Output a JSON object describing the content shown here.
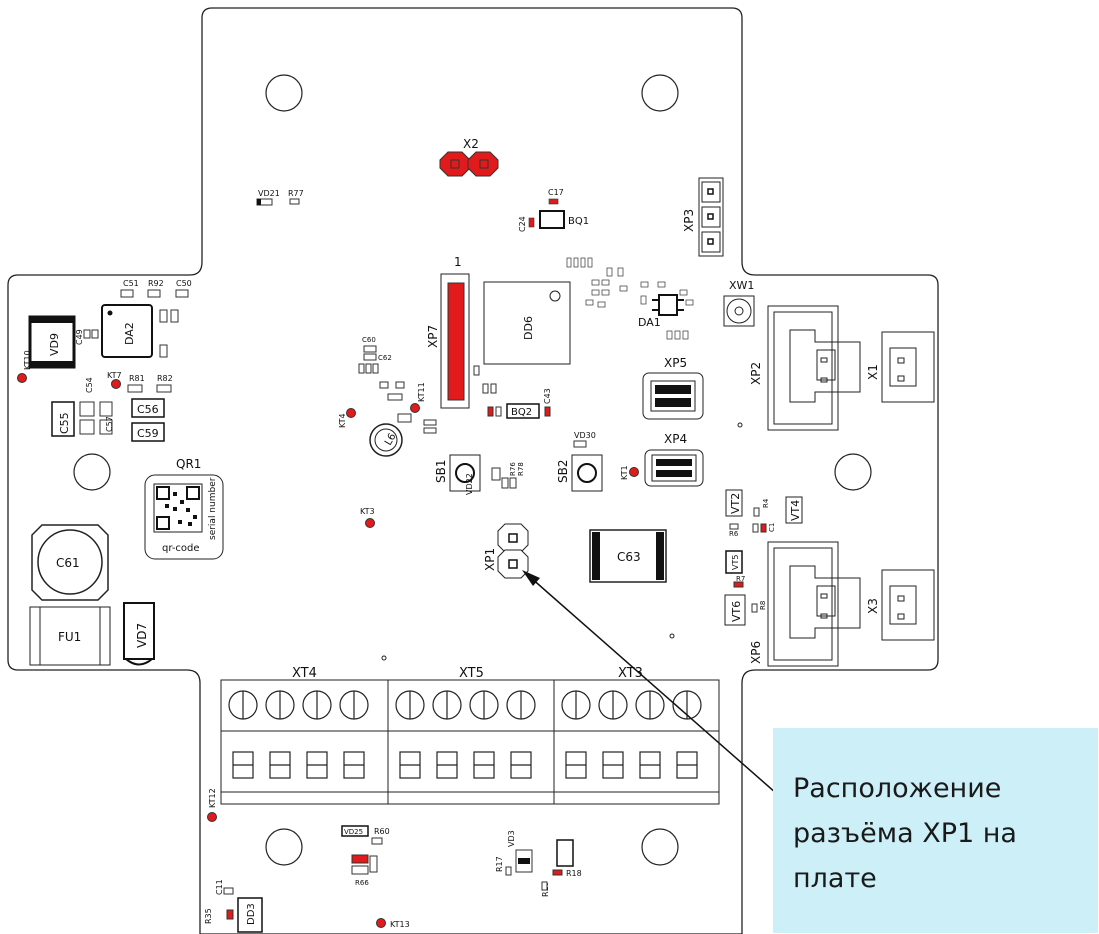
{
  "colors": {
    "board_outline": "#222222",
    "highlight_pad": "#e11b1b",
    "callout_background": "#cdf0f8",
    "background": "#ffffff"
  },
  "callout": {
    "lines": [
      "Расположение",
      "разъёма XP1 на",
      "плате"
    ]
  },
  "components": {
    "x2": "X2",
    "c17": "C17",
    "c24": "C24",
    "bq1": "BQ1",
    "xp3": "XP3",
    "vd21": "VD21",
    "r77": "R77",
    "pin1_marker": "1",
    "xp7": "XP7",
    "dd6": "DD6",
    "xw1": "XW1",
    "da1": "DA1",
    "xp2": "XP2",
    "x1": "X1",
    "xp5": "XP5",
    "xp4": "XP4",
    "c51": "C51",
    "r92": "R92",
    "c50": "C50",
    "vd9": "VD9",
    "da2": "DA2",
    "c49": "C49",
    "kt10": "KT10",
    "kt7": "KT7",
    "r81": "R81",
    "r82": "R82",
    "c54": "C54",
    "c55": "C55",
    "c57": "C57",
    "c56": "C56",
    "c59": "C59",
    "c60": "C60",
    "c62": "C62",
    "kt4": "KT4",
    "kt11": "KT11",
    "l6": "L6",
    "bq2": "BQ2",
    "c43": "C43",
    "vd30": "VD30",
    "sb1": "SB1",
    "sb2": "SB2",
    "kt1": "KT1",
    "r76": "R76",
    "r78": "R78",
    "vd22": "VD22",
    "qr1": "QR1",
    "serial_number": "serial number",
    "qr_code": "qr-code",
    "kt3": "KT3",
    "c61": "C61",
    "fu1": "FU1",
    "vd7": "VD7",
    "xp1": "XP1",
    "c63": "C63",
    "vt2": "VT2",
    "vt4": "VT4",
    "vt5": "VT5",
    "vt6": "VT6",
    "x3": "X3",
    "xp6": "XP6",
    "r4": "R4",
    "r6": "R6",
    "r7": "R7",
    "r8": "R8",
    "c1": "C1",
    "xt4": "XT4",
    "xt5": "XT5",
    "xt3": "XT3",
    "kt12": "KT12",
    "kt13": "KT13",
    "vd25": "VD25",
    "r60": "R60",
    "r66": "R66",
    "vd3": "VD3",
    "r17": "R17",
    "r18": "R18",
    "r19": "R19",
    "c11": "C11",
    "r35": "R35",
    "dd3": "DD3"
  }
}
